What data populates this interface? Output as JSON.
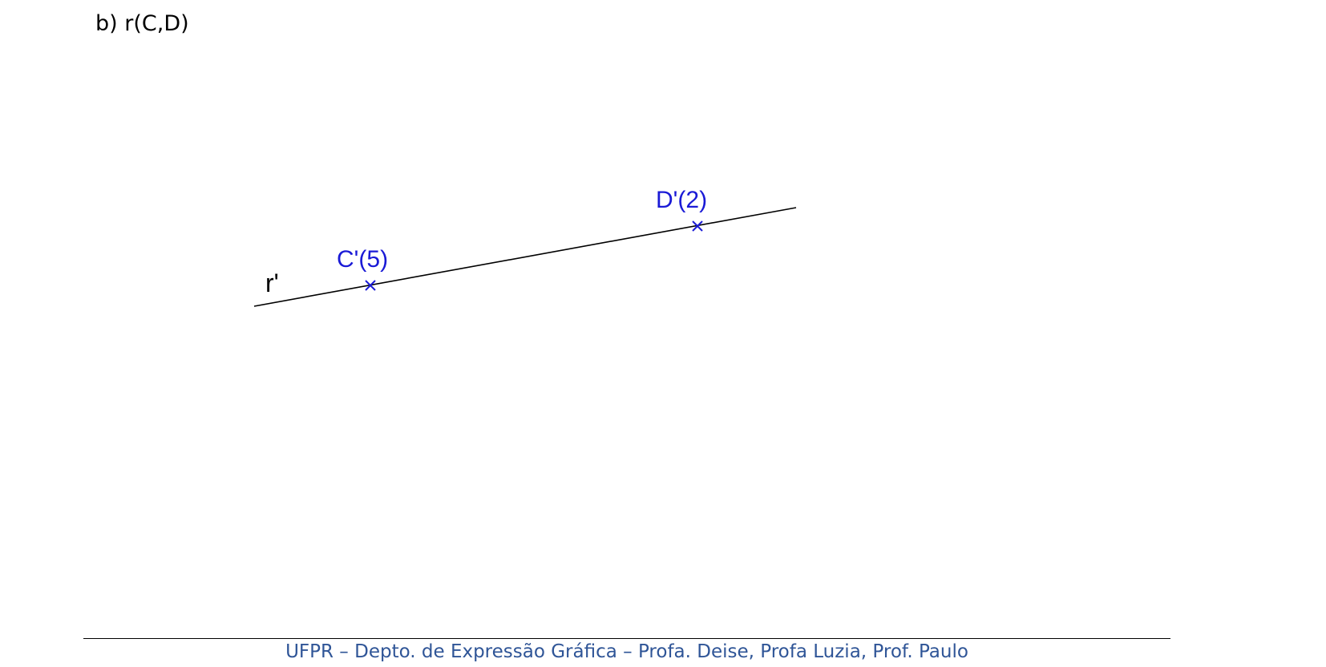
{
  "heading": "b) r(C,D)",
  "diagram": {
    "line_label": "r'",
    "points": [
      {
        "label": "C'(5)"
      },
      {
        "label": "D'(2)"
      }
    ],
    "colors": {
      "line": "#000000",
      "points": "#1a1ad6"
    }
  },
  "footer": {
    "text": "UFPR – Depto. de Expressão Gráfica – Profa. Deise, Profa Luzia, Prof. Paulo",
    "color": "#2f5597"
  }
}
